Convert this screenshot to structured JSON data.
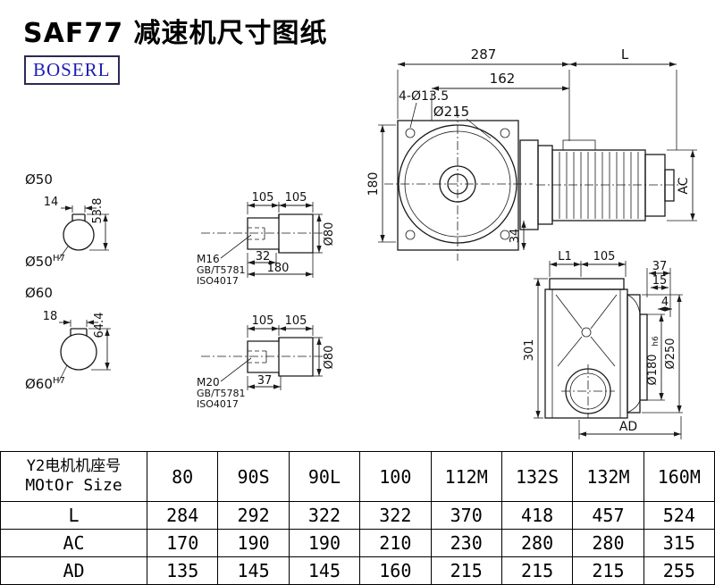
{
  "page": {
    "title": "SAF77 减速机尺寸图纸",
    "brand": "BOSERL"
  },
  "front_view": {
    "dim_287": "287",
    "dim_L": "L",
    "dim_162": "162",
    "holes_label": "4-Ø13.5",
    "flange_dia": "Ø215",
    "dim_180": "180",
    "dim_34": "34",
    "dim_AC": "AC"
  },
  "shaft_section_1": {
    "dia": "Ø50",
    "key_width": "14",
    "total_height": "53.8",
    "bore_base": "Ø50",
    "bore_tol": "H7"
  },
  "shaft_section_2": {
    "dia": "Ø60",
    "key_width": "18",
    "total_height": "64.4",
    "bore_base": "Ø60",
    "bore_tol": "H7"
  },
  "shaft_detail_1": {
    "dim_105_left": "105",
    "dim_105_right": "105",
    "thread": "M16",
    "std_gb": "GB/T5781",
    "std_iso": "ISO4017",
    "dim_32": "32",
    "dim_180": "180",
    "dia_80": "Ø80"
  },
  "shaft_detail_2": {
    "dim_105_left": "105",
    "dim_105_right": "105",
    "thread": "M20",
    "std_gb": "GB/T5781",
    "std_iso": "ISO4017",
    "dim_37": "37",
    "dia_80": "Ø80"
  },
  "side_view": {
    "dim_L1": "L1",
    "dim_105": "105",
    "dim_37": "37",
    "dim_15": "15",
    "dim_4": "4",
    "dim_301": "301",
    "spigot_base": "Ø180",
    "spigot_tol": "h6",
    "flange_dia": "Ø250",
    "dim_AD": "AD"
  },
  "table": {
    "header_line1": "Y2电机机座号",
    "header_line2": "MOtOr Size",
    "columns": [
      "80",
      "90S",
      "90L",
      "100",
      "112M",
      "132S",
      "132M",
      "160M"
    ],
    "rows": [
      {
        "label": "L",
        "values": [
          "284",
          "292",
          "322",
          "322",
          "370",
          "418",
          "457",
          "524"
        ]
      },
      {
        "label": "AC",
        "values": [
          "170",
          "190",
          "190",
          "210",
          "230",
          "280",
          "280",
          "315"
        ]
      },
      {
        "label": "AD",
        "values": [
          "135",
          "145",
          "145",
          "160",
          "215",
          "215",
          "215",
          "255"
        ]
      }
    ]
  }
}
